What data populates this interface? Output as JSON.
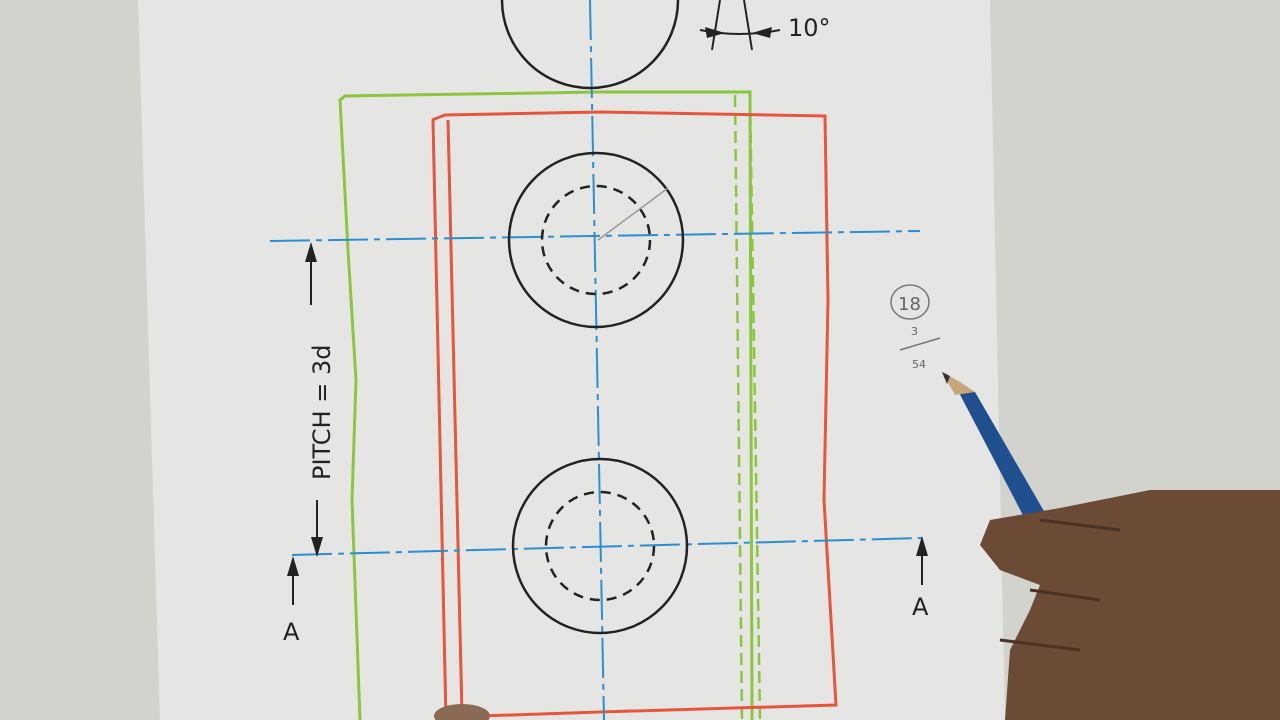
{
  "drawing": {
    "angle_label": "10°",
    "pitch_label": "PITCH = 3d",
    "section_left_label": "A",
    "section_right_label": "A",
    "pencil_notes": {
      "circled_number": "18",
      "numerator": "3",
      "denominator": "54"
    }
  },
  "colors": {
    "paper": "#e4e4e2",
    "background": "#cfd0c8",
    "centerline": "#2a8fd0",
    "outer_plate": "#8cc63f",
    "inner_plate": "#e8553d",
    "ink": "#222222",
    "pencil_body": "#1f4f8f",
    "skin": "#6b4a36"
  }
}
